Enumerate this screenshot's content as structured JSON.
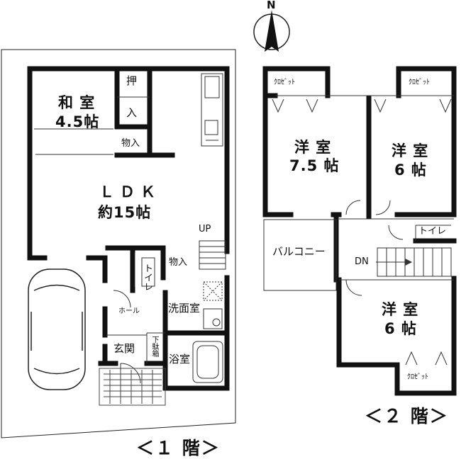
{
  "compass": {
    "north_label": "N"
  },
  "floor1": {
    "caption": "＜１ 階＞",
    "rooms": {
      "washitsu_name": "和 室",
      "washitsu_size": "4.5帖",
      "oshiire_1": "押",
      "oshiire_2": "入",
      "monoire_top": "物入",
      "ldk_name": "ＬＤＫ",
      "ldk_size": "約15帖",
      "up": "UP",
      "toilet": "トイレ",
      "monoire_mid": "物入",
      "hall": "ホール",
      "senmenshitsu": "洗面室",
      "genkan": "玄関",
      "getabako": "下駄箱",
      "yokushitsu": "浴室"
    }
  },
  "floor2": {
    "caption": "＜２ 階＞",
    "rooms": {
      "closet_a": "ｸﾛｾﾞｯﾄ",
      "closet_b": "ｸﾛｾﾞｯﾄ",
      "closet_c": "ｸﾛｾﾞｯﾄ",
      "yoshitsu_a_name": "洋 室",
      "yoshitsu_a_size": "7.5 帖",
      "yoshitsu_b_name": "洋 室",
      "yoshitsu_b_size": "6 帖",
      "yoshitsu_c_name": "洋 室",
      "yoshitsu_c_size": "6 帖",
      "balcony": "バルコニー",
      "toilet": "トイレ",
      "dn": "DN"
    }
  }
}
